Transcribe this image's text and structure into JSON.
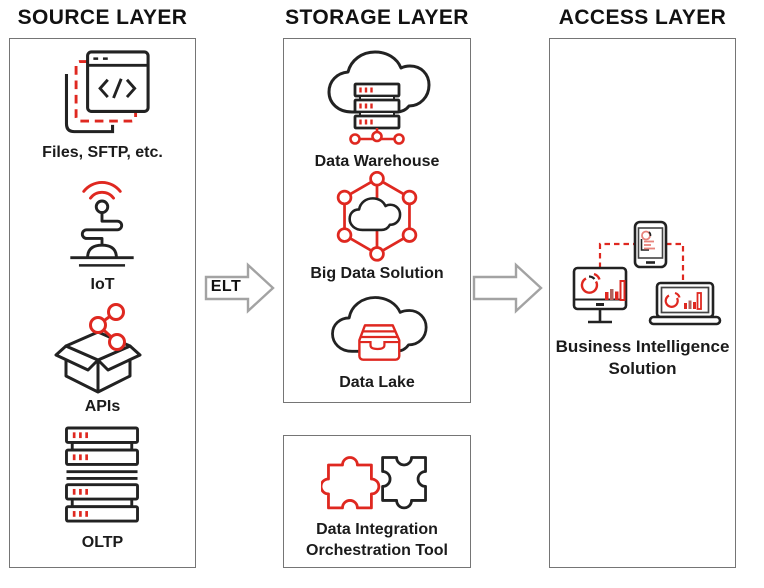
{
  "headers": {
    "source": "SOURCE LAYER",
    "storage": "STORAGE LAYER",
    "access": "ACCESS LAYER"
  },
  "source": {
    "files_label": "Files, SFTP, etc.",
    "iot_label": "IoT",
    "apis_label": "APIs",
    "oltp_label": "OLTP"
  },
  "storage": {
    "warehouse_label": "Data Warehouse",
    "bigdata_label": "Big Data Solution",
    "datalake_label": "Data Lake",
    "orchestration_label_line1": "Data Integration",
    "orchestration_label_line2": "Orchestration Tool"
  },
  "access": {
    "bi_label_line1": "Business Intelligence",
    "bi_label_line2": "Solution"
  },
  "arrows": {
    "elt_label": "ELT"
  },
  "colors": {
    "accent_red": "#df2820",
    "accent_red_light": "#e8837c",
    "line_black": "#222222",
    "box_border": "#757575",
    "arrow_gray": "#a3a3a3",
    "text": "#1b1b1b"
  }
}
